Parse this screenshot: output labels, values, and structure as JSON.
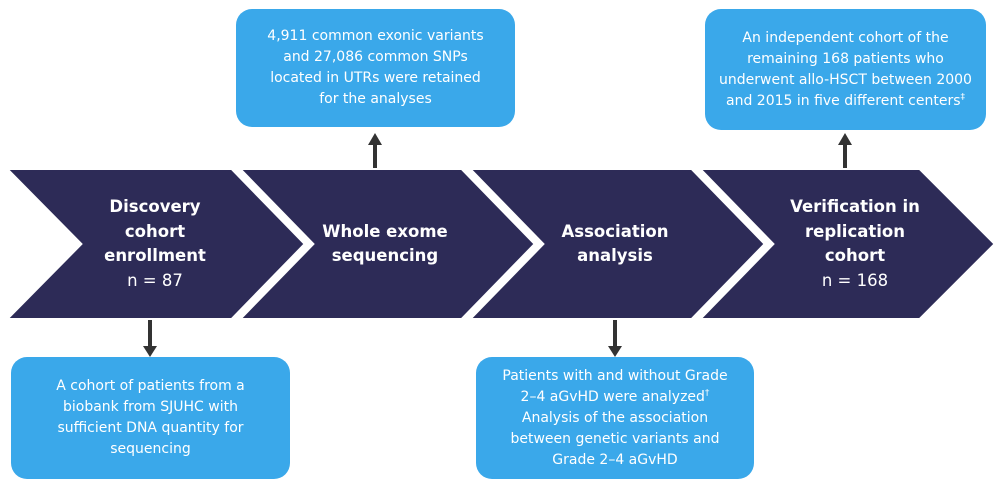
{
  "colors": {
    "chevron_fill": "#2d2b57",
    "chevron_divider": "#ffffff",
    "box_fill": "#3aa8ea",
    "arrow": "#333333",
    "text_on_dark": "#ffffff"
  },
  "stages": [
    {
      "title": "Discovery cohort enrollment",
      "title_lines": [
        "Discovery",
        "cohort",
        "enrollment"
      ],
      "n": "n = 87"
    },
    {
      "title": "Whole exome sequencing",
      "title_lines": [
        "Whole exome",
        "sequencing"
      ],
      "n": ""
    },
    {
      "title": "Association analysis",
      "title_lines": [
        "Association",
        "analysis"
      ],
      "n": ""
    },
    {
      "title": "Verification in replication cohort",
      "title_lines": [
        "Verification in",
        "replication",
        "cohort"
      ],
      "n": "n = 168"
    }
  ],
  "notes": {
    "discovery": {
      "lines": [
        "A cohort of patients from a",
        "biobank from SJUHC with",
        "sufficient DNA quantity for",
        "sequencing"
      ],
      "arrow_direction": "down"
    },
    "sequencing": {
      "lines": [
        "4,911 common exonic variants",
        "and 27,086 common SNPs",
        "located in UTRs  were retained",
        "for the analyses"
      ],
      "arrow_direction": "up"
    },
    "association": {
      "lines": [
        "Patients with and without Grade",
        "2–4 aGvHD were analyzed",
        "Analysis of the association",
        "between genetic variants and",
        "Grade 2–4 aGvHD"
      ],
      "footnote_mark": "†",
      "arrow_direction": "down"
    },
    "replication": {
      "lines": [
        "An independent cohort of the",
        "remaining 168 patients who",
        "underwent allo-HSCT between 2000",
        "and 2015 in five different centers"
      ],
      "footnote_mark": "‡",
      "arrow_direction": "up"
    }
  }
}
